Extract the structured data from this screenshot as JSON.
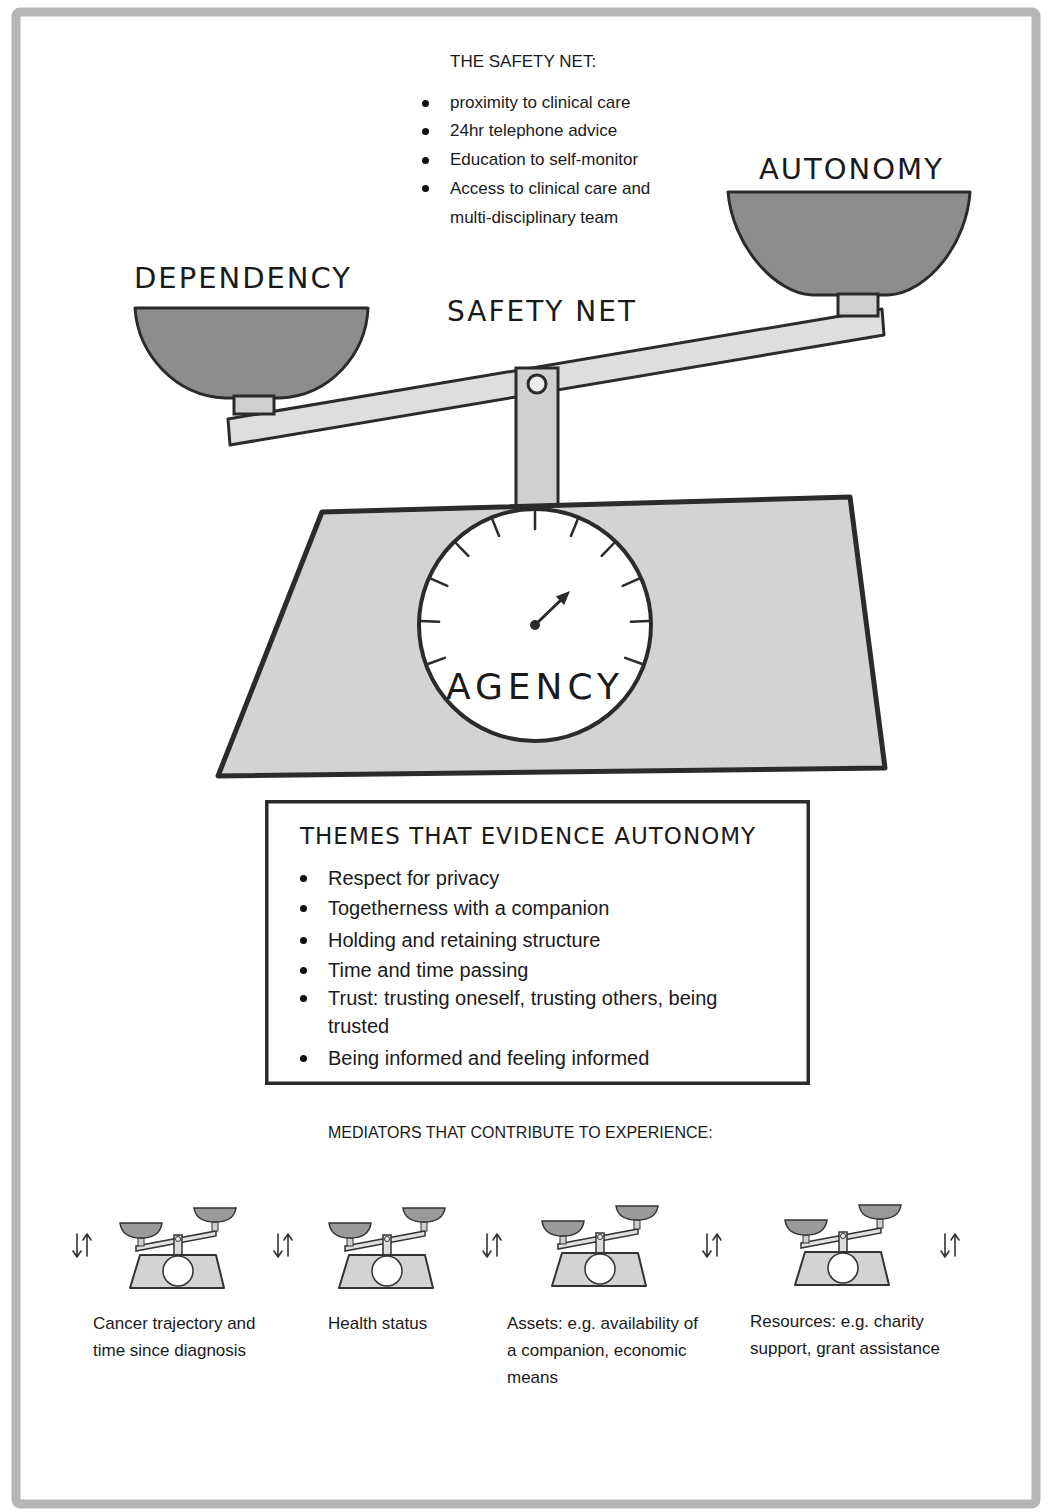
{
  "diagram": {
    "nodes": [
      {
        "text": [
          "DEPENDENCY"
        ]
      },
      {
        "text": [
          "AUTONOMY"
        ]
      },
      {
        "text": [
          "AGENCY"
        ]
      },
      {
        "text": [
          "THEMES THAT EVIDENCE AUTONOMY",
          "Respect for privacy",
          "Togetherness with a companion",
          "Holding and retaining structure",
          "Time and time passing",
          "Trust: trusting oneself, trusting others, being trusted",
          "Being informed and feeling informed"
        ]
      }
    ],
    "labels": [
      "THE SAFETY NET:",
      "proximity to clinical care",
      "24hr telephone advice",
      "Education to self-monitor",
      "Access to clinical care and multi-disciplinary team",
      "SAFETY NET",
      "MEDIATORS THAT CONTRIBUTE TO EXPERIENCE:",
      "Cancer trajectory and time since diagnosis",
      "Health status",
      "Assets: e.g. availability of a companion, economic means",
      "Resources: e.g. charity support, grant assistance"
    ]
  }
}
